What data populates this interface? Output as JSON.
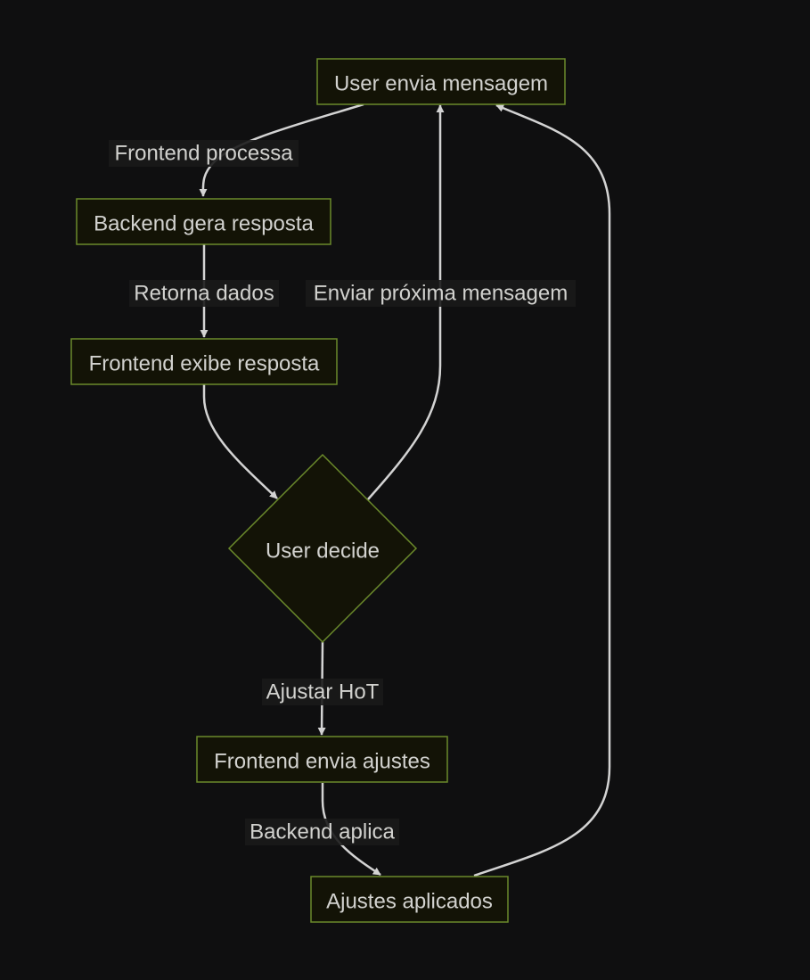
{
  "colors": {
    "background": "#0f0f10",
    "node_fill": "#131306",
    "node_stroke": "#6b8a2b",
    "edge": "#d3d3d3",
    "text": "#d2d2cf"
  },
  "nodes": {
    "user_sends": {
      "label": "User envia mensagem"
    },
    "backend_generates": {
      "label": "Backend gera resposta"
    },
    "frontend_shows": {
      "label": "Frontend exibe resposta"
    },
    "user_decides": {
      "label": "User decide"
    },
    "frontend_sends_adjustments": {
      "label": "Frontend envia ajustes"
    },
    "adjustments_applied": {
      "label": "Ajustes aplicados"
    }
  },
  "edges": {
    "frontend_processes": {
      "label": "Frontend processa"
    },
    "returns_data": {
      "label": "Retorna dados"
    },
    "send_next_message": {
      "label": "Enviar próxima mensagem"
    },
    "adjust_hot": {
      "label": "Ajustar HoT"
    },
    "backend_applies": {
      "label": "Backend aplica"
    }
  }
}
